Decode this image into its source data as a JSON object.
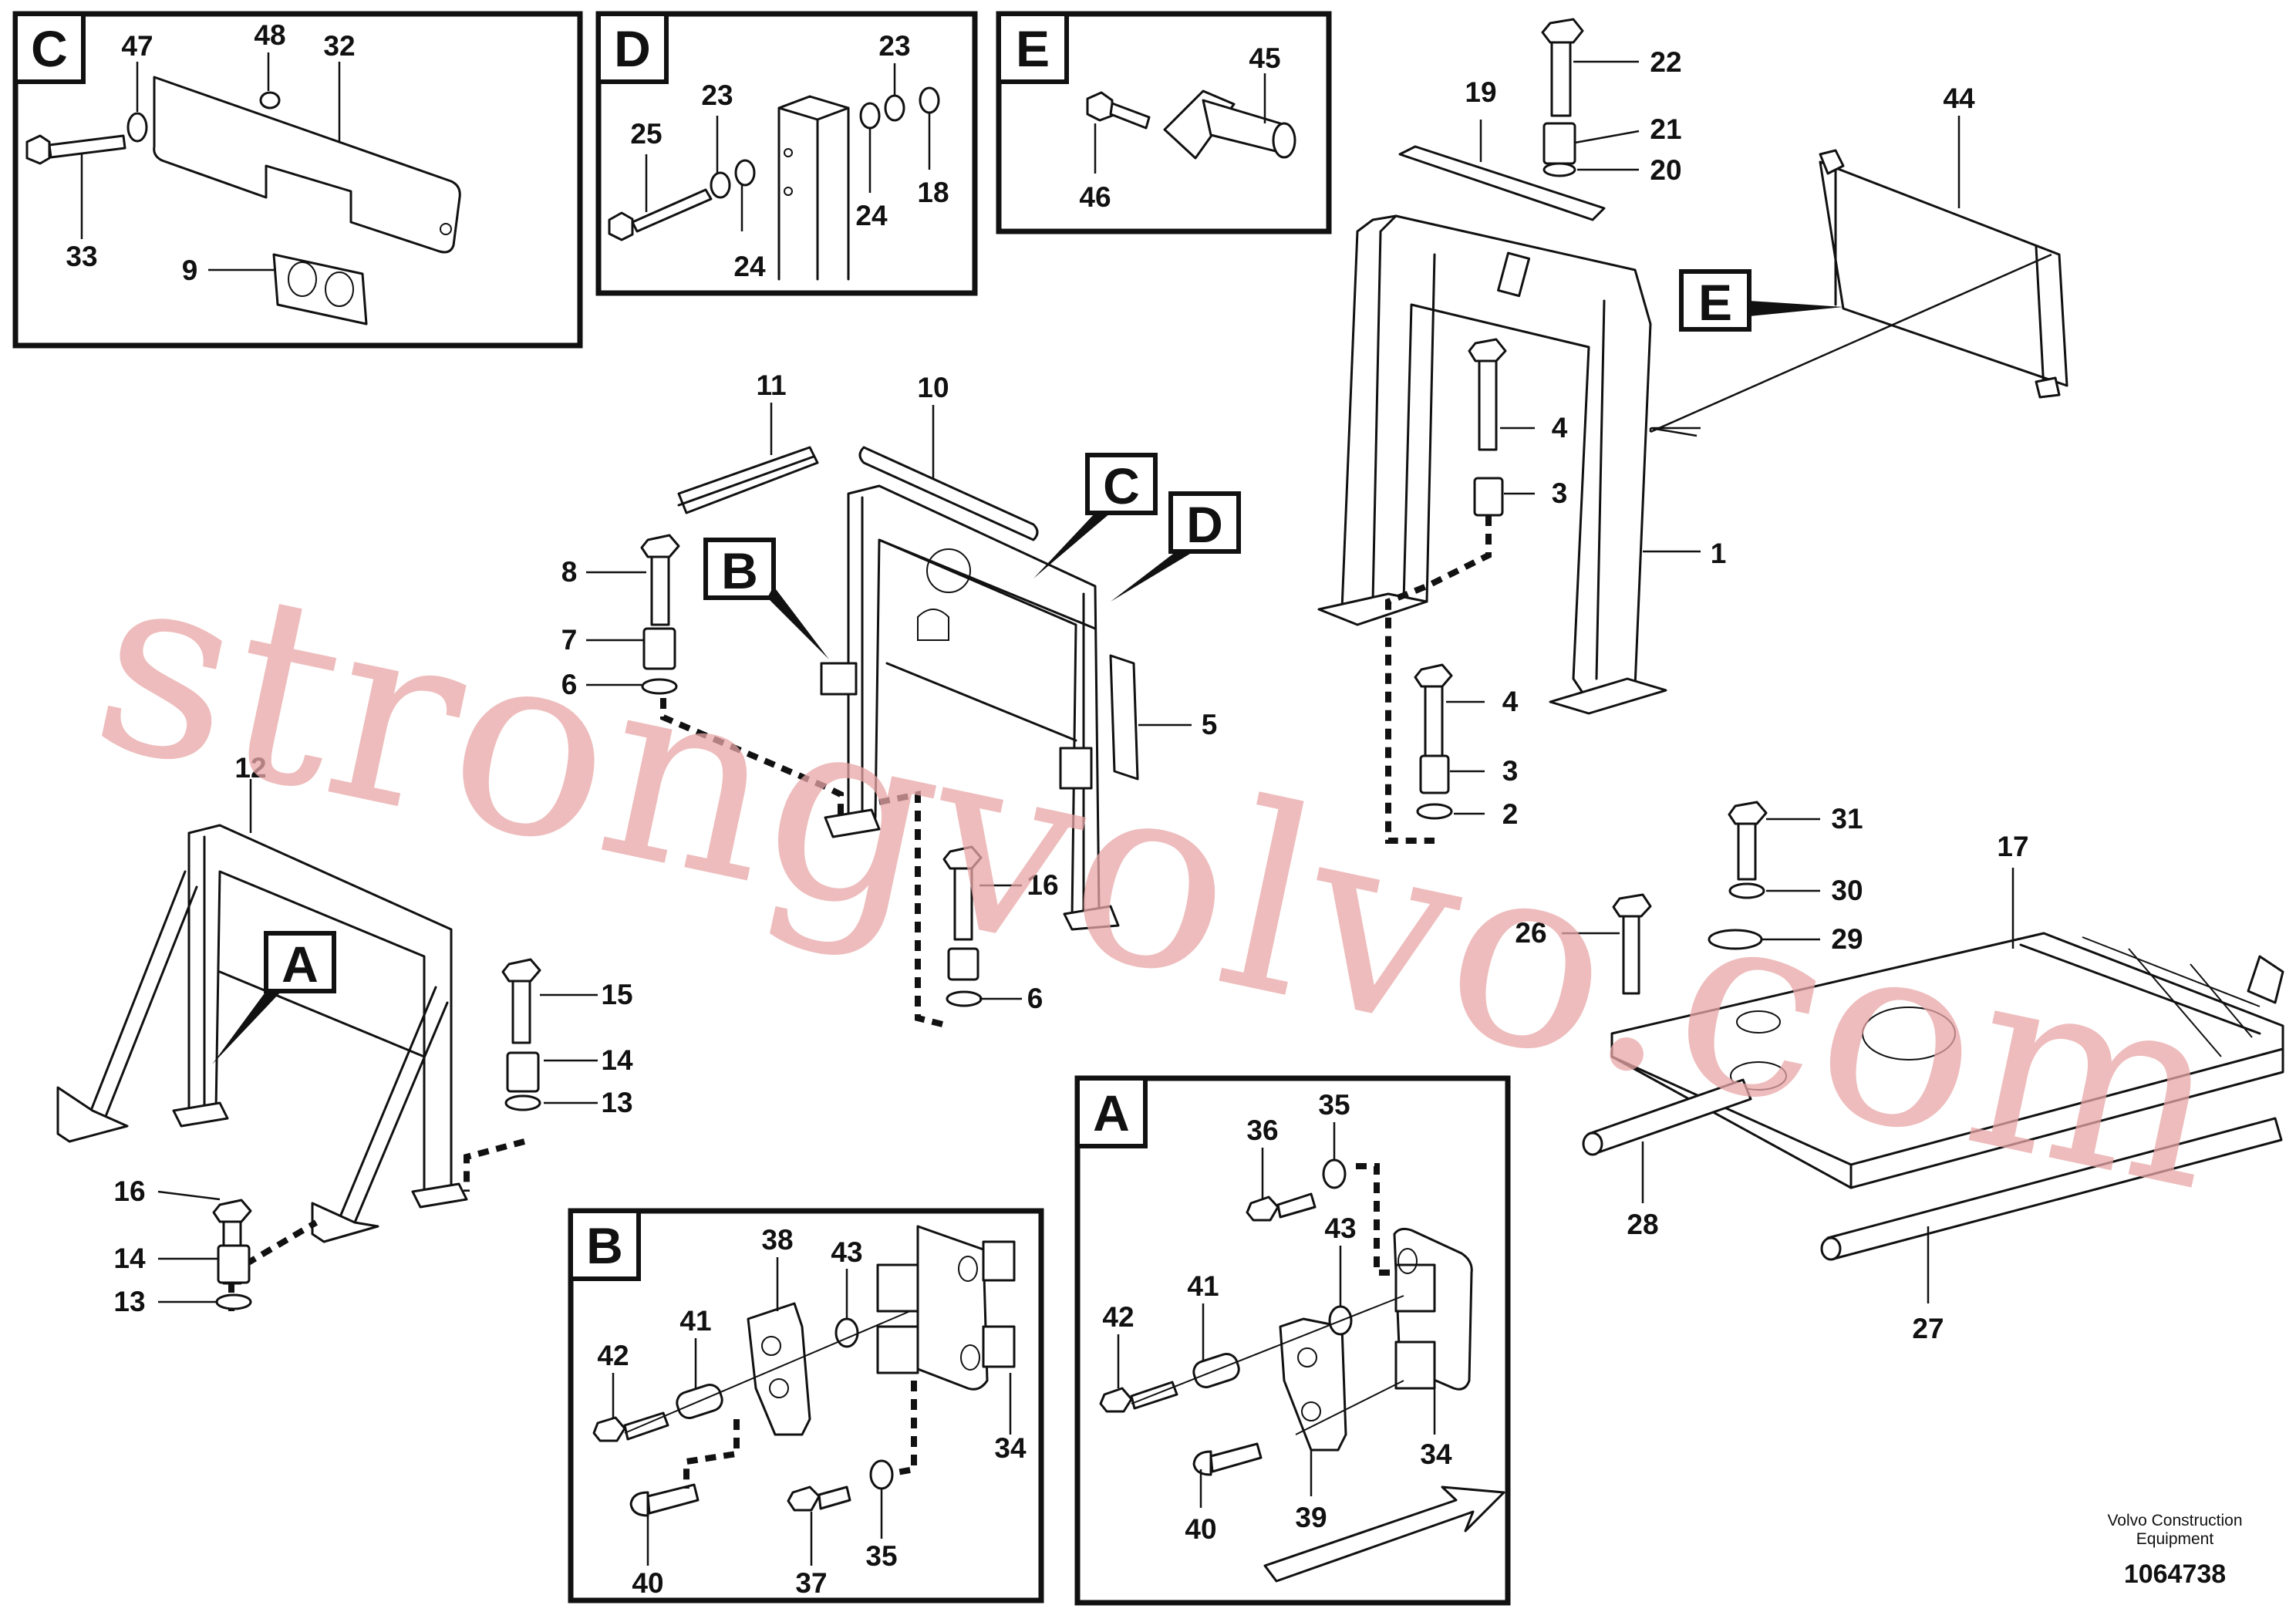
{
  "sections": {
    "C": "C",
    "D": "D",
    "E": "E",
    "A": "A",
    "B": "B"
  },
  "callouts": {
    "c47": "47",
    "c48": "48",
    "c32": "32",
    "c33": "33",
    "c9": "9",
    "d23a": "23",
    "d23b": "23",
    "d25": "25",
    "d24a": "24",
    "d24b": "24",
    "d18": "18",
    "e45": "45",
    "e46": "46",
    "m22": "22",
    "m21": "21",
    "m20": "20",
    "m19": "19",
    "m44": "44",
    "m4a": "4",
    "m3a": "3",
    "m1": "1",
    "m4b": "4",
    "m3b": "3",
    "m2": "2",
    "m11": "11",
    "m10": "10",
    "m8": "8",
    "m7": "7",
    "m6a": "6",
    "m5": "5",
    "m16a": "16",
    "m6b": "6",
    "m12": "12",
    "m15": "15",
    "m14a": "14",
    "m13a": "13",
    "m16b": "16",
    "m14b": "14",
    "m13b": "13",
    "m31": "31",
    "m30": "30",
    "m29": "29",
    "m26": "26",
    "m17": "17",
    "m28": "28",
    "m27": "27",
    "a35": "35",
    "a36": "36",
    "a43": "43",
    "a42": "42",
    "a41": "41",
    "a34": "34",
    "a40": "40",
    "a39": "39",
    "b38": "38",
    "b43": "43",
    "b42": "42",
    "b41": "41",
    "b34": "34",
    "b40": "40",
    "b37": "37",
    "b35": "35"
  },
  "refs": {
    "ref_C": "C",
    "ref_D": "D",
    "ref_B": "B",
    "ref_E": "E",
    "ref_A": "A"
  },
  "footer": {
    "company_line1": "Volvo Construction",
    "company_line2": "Equipment",
    "drawing_number": "1064738"
  },
  "watermark": "strongvolvo.com"
}
